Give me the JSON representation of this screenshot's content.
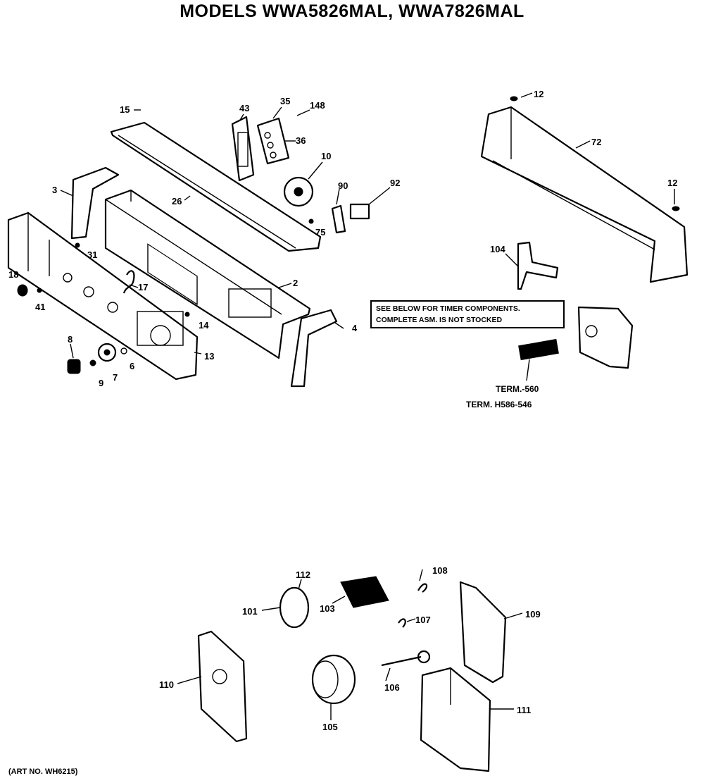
{
  "title": "MODELS WWA5826MAL, WWA7826MAL",
  "note": {
    "line1": "SEE BELOW FOR TIMER COMPONENTS.",
    "line2": "COMPLETE ASM. IS NOT STOCKED"
  },
  "art_number": "(ART NO. WH6215)",
  "labels": {
    "p15": "15",
    "p43": "43",
    "p35": "35",
    "p148": "148",
    "p36": "36",
    "p10": "10",
    "p90": "90",
    "p92": "92",
    "p75": "75",
    "p26": "26",
    "p3": "3",
    "p31": "31",
    "p2": "2",
    "p17": "17",
    "p18": "18",
    "p41": "41",
    "p14": "14",
    "p4": "4",
    "p13": "13",
    "p8a": "8",
    "p9": "9",
    "p7": "7",
    "p6": "6",
    "p12a": "12",
    "p72": "72",
    "p12b": "12",
    "p104": "104",
    "term1": "TERM.-560",
    "term2": "TERM. H586-546",
    "p112": "112",
    "p101": "101",
    "p103": "103",
    "p108": "108",
    "p107": "107",
    "p109": "109",
    "p110": "110",
    "p106": "106",
    "p105": "105",
    "p111": "111"
  }
}
